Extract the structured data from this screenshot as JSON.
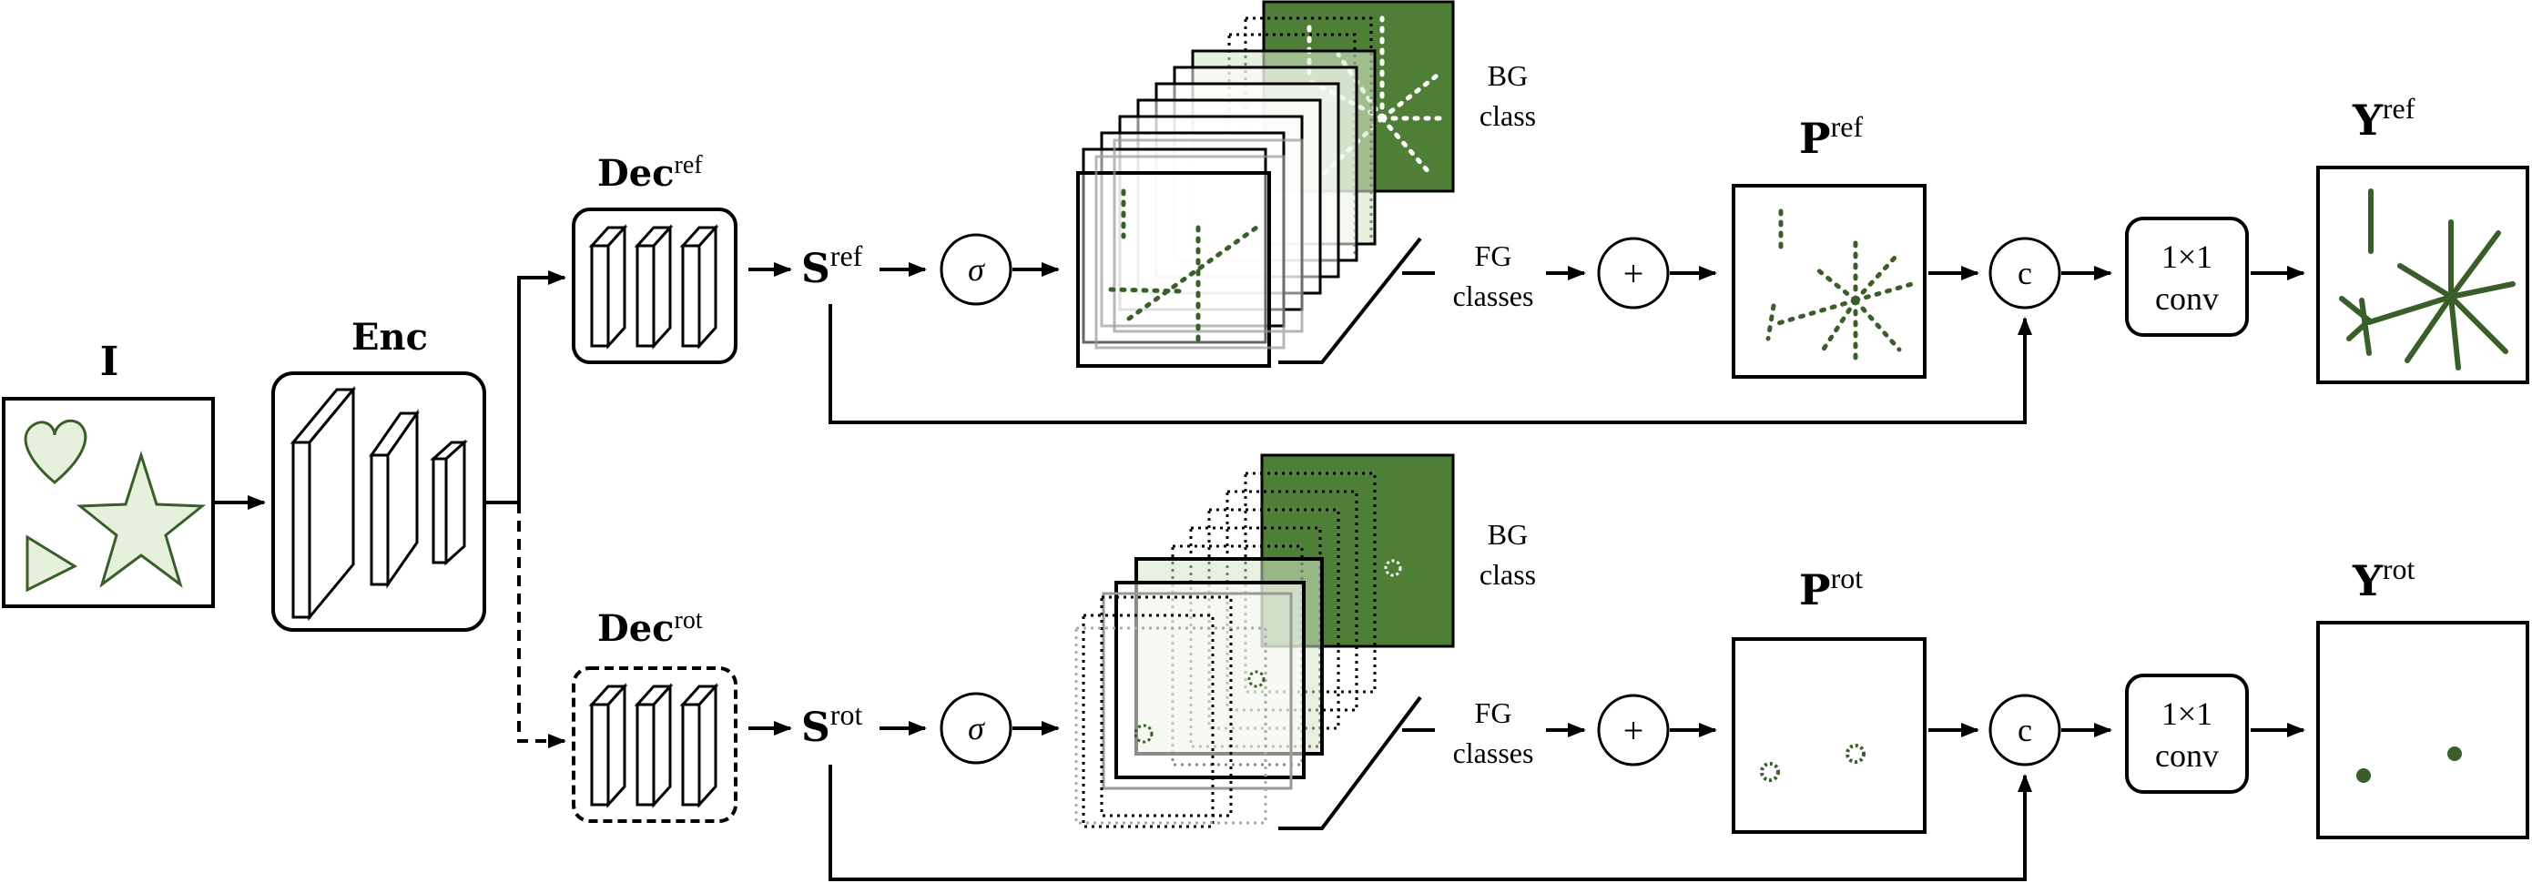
{
  "labels": {
    "input": "I",
    "encoder": "Enc",
    "dec_base": "Dec",
    "ref_sup": "ref",
    "rot_sup": "rot",
    "s_base": "S",
    "p_base": "P",
    "y_base": "Y",
    "sigma": "σ",
    "plus": "+",
    "concat": "c",
    "conv_line1": "1×1",
    "conv_line2": "conv",
    "bg_line1": "BG",
    "bg_line2": "class",
    "fg_line1": "FG",
    "fg_line2": "classes"
  },
  "colors": {
    "green_dark": "#4f7f36",
    "green_light": "#e6f0dc",
    "green_line": "#3a5e2a"
  }
}
